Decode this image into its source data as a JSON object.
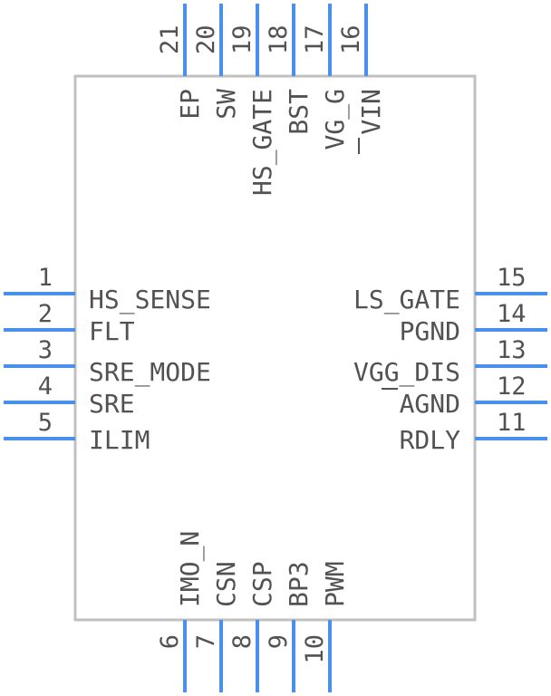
{
  "colors": {
    "body_outline": "#c0c0c0",
    "pin": "#4a8fe8",
    "text": "#525252"
  },
  "left_pins": [
    {
      "num": "1",
      "name": "HS_SENSE"
    },
    {
      "num": "2",
      "name": "FLT"
    },
    {
      "num": "3",
      "name": "SRE_MODE"
    },
    {
      "num": "4",
      "name": "SRE"
    },
    {
      "num": "5",
      "name": "ILIM"
    }
  ],
  "right_pins": [
    {
      "num": "15",
      "name": "LS_GATE"
    },
    {
      "num": "14",
      "name": "PGND"
    },
    {
      "num": "13",
      "name": "VGG_DIS"
    },
    {
      "num": "12",
      "name": "AGND"
    },
    {
      "num": "11",
      "name": "RDLY"
    }
  ],
  "bottom_pins": [
    {
      "num": "6",
      "name": "IMO_N"
    },
    {
      "num": "7",
      "name": "CSN"
    },
    {
      "num": "8",
      "name": "CSP"
    },
    {
      "num": "9",
      "name": "BP3"
    },
    {
      "num": "10",
      "name": "PWM"
    }
  ],
  "top_pins": [
    {
      "num": "21",
      "name": "EP"
    },
    {
      "num": "20",
      "name": "SW"
    },
    {
      "num": "19",
      "name": "HS_GATE"
    },
    {
      "num": "18",
      "name": "BST"
    },
    {
      "num": "17",
      "name": "VG_G"
    },
    {
      "num": "16",
      "name": "VIN"
    }
  ]
}
